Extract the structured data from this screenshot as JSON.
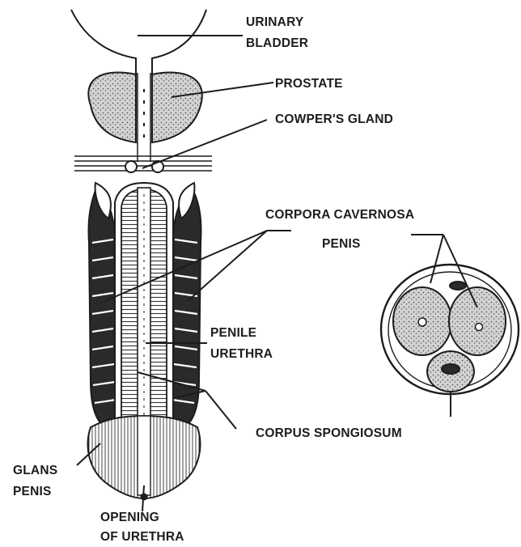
{
  "diagram": {
    "labels": {
      "urinary_bladder_line1": "URINARY",
      "urinary_bladder_line2": "BLADDER",
      "prostate": "PROSTATE",
      "cowpers_gland": "COWPER'S GLAND",
      "corpora_cavernosa": "CORPORA CAVERNOSA",
      "penis": "PENIS",
      "penile_urethra_line1": "PENILE",
      "penile_urethra_line2": "URETHRA",
      "corpus_spongiosum": "CORPUS SPONGIOSUM",
      "glans_penis_line1": "GLANS",
      "glans_penis_line2": "PENIS",
      "opening_of_urethra_line1": "OPENING",
      "opening_of_urethra_line2": "OF URETHRA"
    },
    "colors": {
      "ink": "#1c1c1c",
      "stipple_fill": "#bdbdbd",
      "dark_fill": "#2a2a2a",
      "paper": "#ffffff"
    }
  }
}
